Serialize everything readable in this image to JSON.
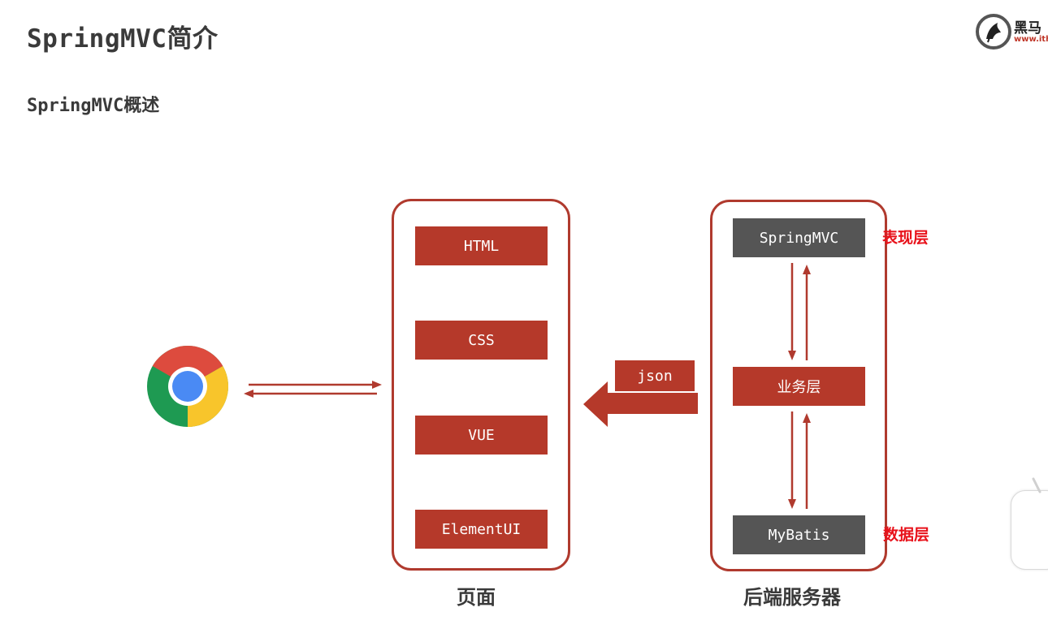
{
  "header": {
    "title": "SpringMVC简介",
    "subtitle": "SpringMVC概述"
  },
  "logo": {
    "text": "黑马",
    "url": "www.ith"
  },
  "diagram": {
    "frontend": {
      "label": "页面",
      "items": [
        "HTML",
        "CSS",
        "VUE",
        "ElementUI"
      ]
    },
    "backend": {
      "label": "后端服务器",
      "layers": [
        {
          "name": "SpringMVC",
          "tag": "表现层"
        },
        {
          "name": "业务层",
          "tag": ""
        },
        {
          "name": "MyBatis",
          "tag": "数据层"
        }
      ]
    },
    "transfer_label": "json",
    "client_icon": "chrome-browser-icon"
  },
  "colors": {
    "accent_red": "#b5392a",
    "border_red": "#b03a2e",
    "layer_gray": "#555555",
    "tag_red": "#e8111a",
    "title_text": "#3a3a3a"
  }
}
